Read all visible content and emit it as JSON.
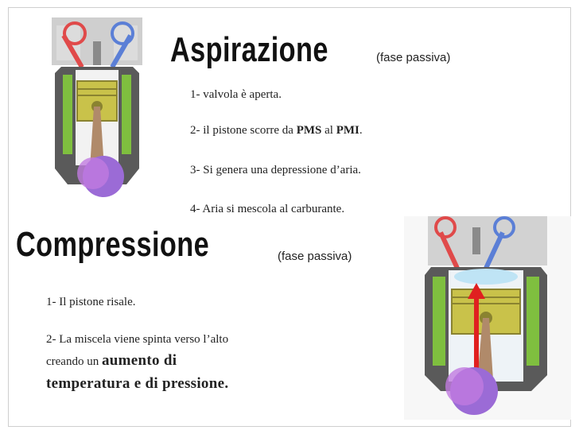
{
  "aspirazione": {
    "title": "Aspirazione",
    "tag": "(fase passiva)",
    "items": [
      {
        "text": "1- valvola è aperta."
      },
      {
        "pre": "2- il pistone scorre da ",
        "b1": "PMS",
        "mid": " al ",
        "b2": "PMI",
        "post": "."
      },
      {
        "text": "3- Si  genera una depressione d’aria."
      },
      {
        "text": "4- Aria si mescola al carburante."
      }
    ]
  },
  "compressione": {
    "title": "Compressione",
    "tag": "(fase passiva)",
    "items": [
      {
        "text": "1- Il pistone risale."
      },
      {
        "line1": "2- La miscela viene spinta verso l’alto",
        "line2_pre": "creando un ",
        "line2_bold": "aumento di",
        "line3_bold": "temperatura e di pressione."
      }
    ]
  },
  "colors": {
    "frame": "#cfcfcf",
    "cylinder_wall": "#4a4a4a",
    "coolant": "#7fbf3f",
    "piston": "#c9c24a",
    "crank": "#9b6bd6",
    "intake_valve": "#e04a4a",
    "exhaust_valve": "#5b7fd6",
    "arrow": "#e02020"
  }
}
